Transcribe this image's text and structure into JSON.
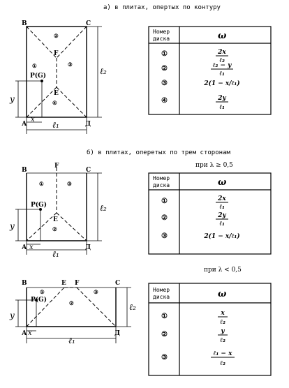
{
  "headings": {
    "a": "а) в плитах, опертых по контуру",
    "b": "б) в плитах, оперетых по трем сторонам"
  },
  "conditions": {
    "ge": "при  λ ≥ 0,5",
    "lt": "при  λ < 0,5"
  },
  "table_header": {
    "line1": "Номер",
    "line2": "диска",
    "omega": "ω"
  },
  "points": {
    "A": "А",
    "B": "В",
    "C": "С",
    "D": "Д",
    "E": "Е",
    "F": "F",
    "P": "Р(G)"
  },
  "dims": {
    "l1": "ℓ₁",
    "l2": "ℓ₂",
    "x": "x",
    "y": "y"
  },
  "disks": {
    "1": "①",
    "2": "②",
    "3": "③",
    "4": "④"
  },
  "table_a": {
    "rows": [
      {
        "disk": "①",
        "num": "2x",
        "den": "ℓ₂"
      },
      {
        "disk": "②",
        "num": "ℓ₂ − y",
        "den": "ℓ₁"
      },
      {
        "disk": "③",
        "formula": "2(1 − x/ℓ₁)"
      },
      {
        "disk": "④",
        "num": "2y",
        "den": "ℓ₁"
      }
    ]
  },
  "table_b": {
    "rows": [
      {
        "disk": "①",
        "num": "2x",
        "den": "ℓ₁"
      },
      {
        "disk": "②",
        "num": "2y",
        "den": "ℓ₁"
      },
      {
        "disk": "③",
        "formula": "2(1 − x/ℓ₁)"
      }
    ]
  },
  "table_c": {
    "rows": [
      {
        "disk": "①",
        "num": "x",
        "den": "ℓ₂"
      },
      {
        "disk": "②",
        "num": "y",
        "den": "ℓ₂"
      },
      {
        "disk": "③",
        "num": "ℓ₁ − x",
        "den": "ℓ₂"
      }
    ]
  }
}
